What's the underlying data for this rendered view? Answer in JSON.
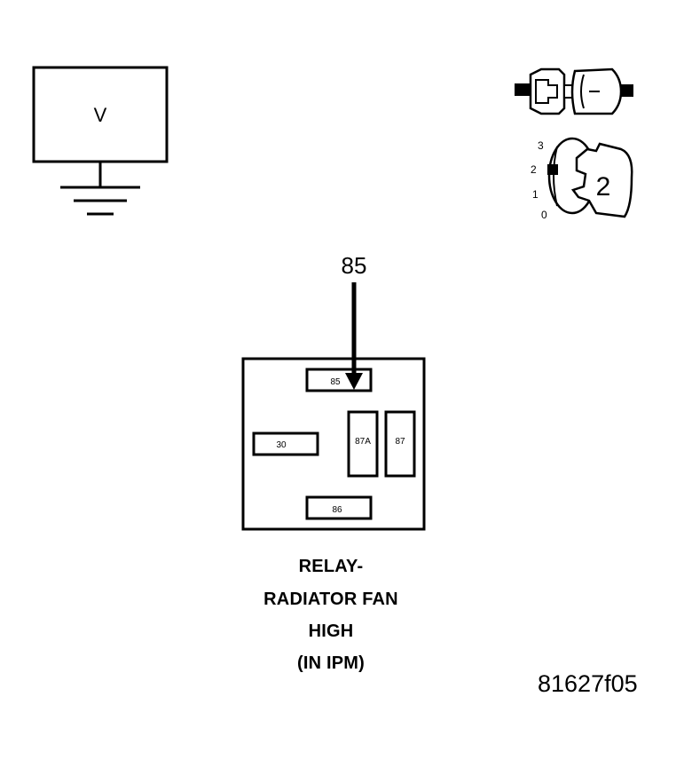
{
  "voltmeter": {
    "label": "V"
  },
  "ignition": {
    "positions": [
      "3",
      "2",
      "1",
      "0"
    ],
    "selected": "2"
  },
  "probe": {
    "pin_label": "85"
  },
  "relay": {
    "terminals": {
      "t85": "85",
      "t30": "30",
      "t87a": "87A",
      "t87": "87",
      "t86": "86"
    },
    "title_lines": [
      "RELAY-",
      "RADIATOR FAN",
      "HIGH",
      "(IN IPM)"
    ]
  },
  "figure_id": "81627f05"
}
